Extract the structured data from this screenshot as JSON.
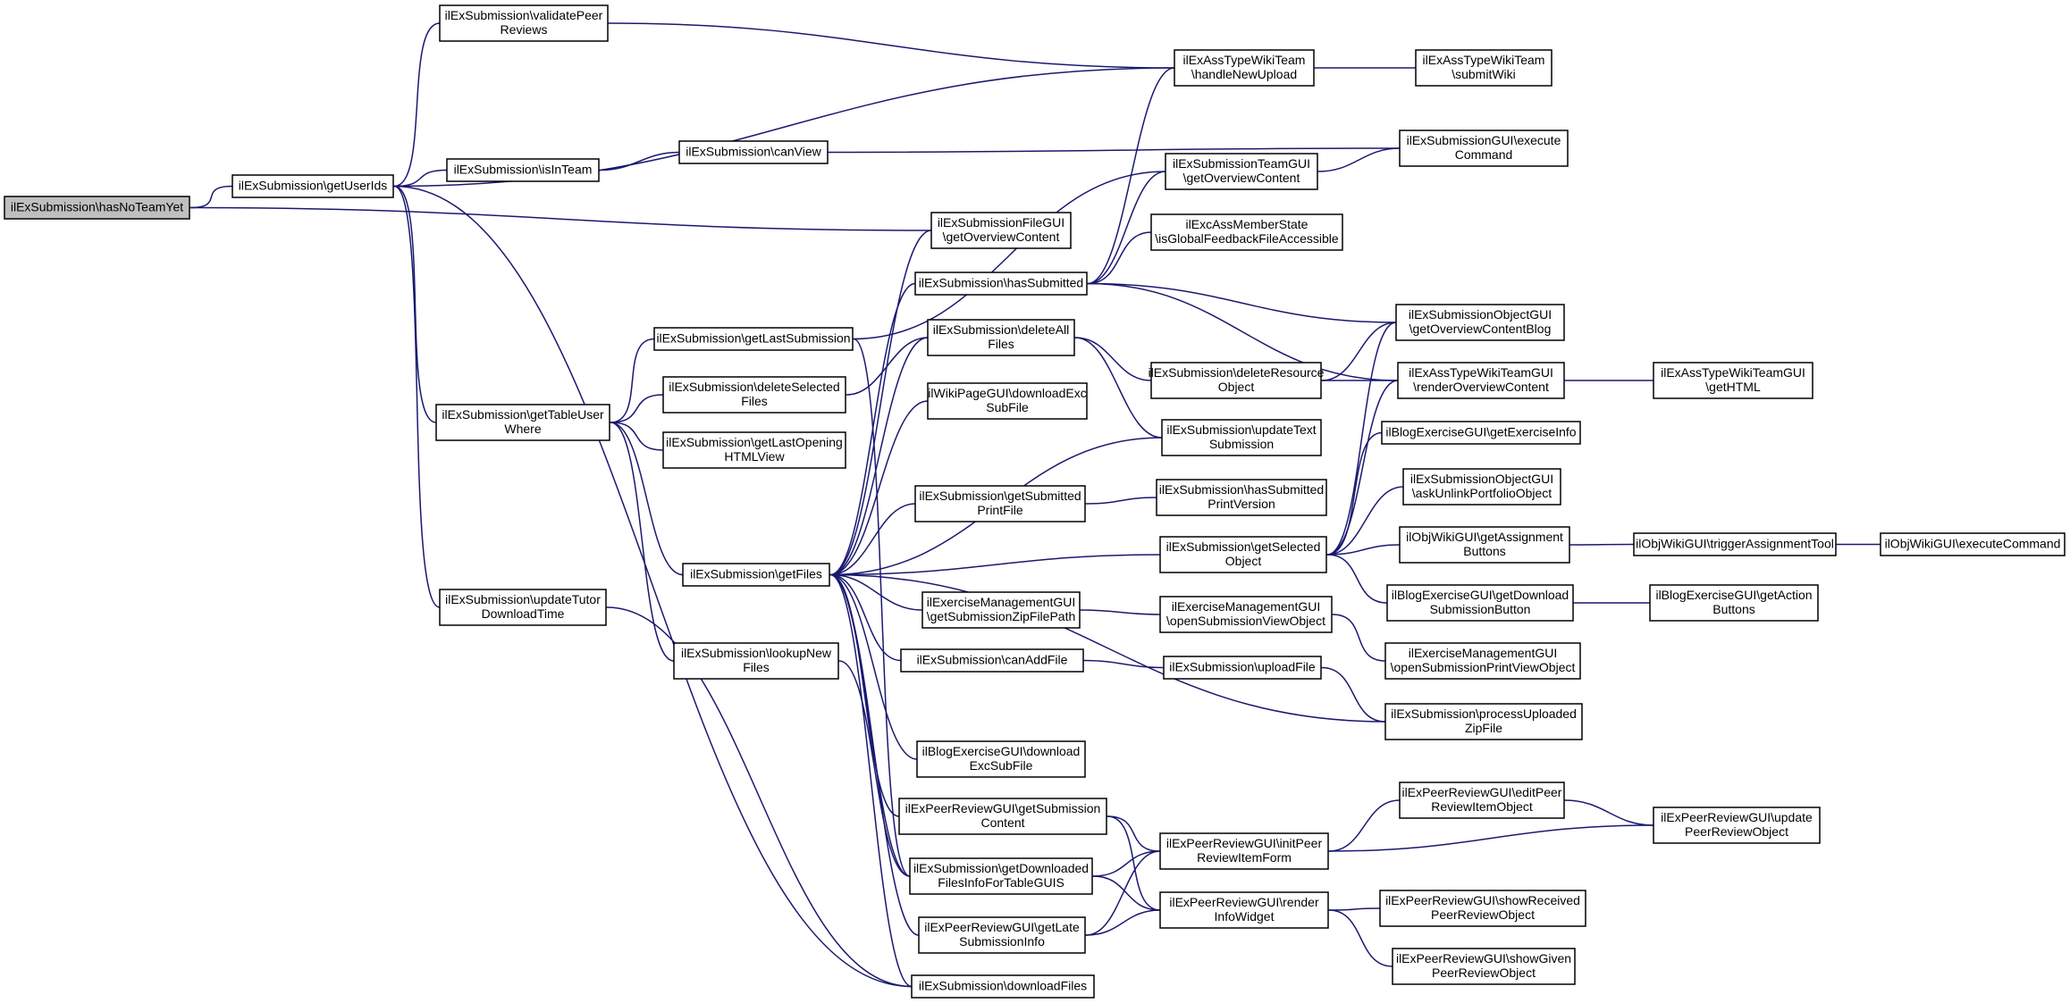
{
  "colors": {
    "edge": "#191970",
    "node_border": "#000000",
    "node_fill": "#ffffff",
    "root_fill": "#bfbfbf",
    "text": "#000000",
    "background": "#ffffff"
  },
  "nodes": [
    {
      "id": "hasNoTeamYet",
      "lines": [
        "ilExSubmission\\hasNoTeamYet"
      ],
      "root": true
    },
    {
      "id": "getUserIds",
      "lines": [
        "ilExSubmission\\getUserIds"
      ]
    },
    {
      "id": "validatePeerReviews",
      "lines": [
        "ilExSubmission\\validatePeer",
        "Reviews"
      ]
    },
    {
      "id": "isInTeam",
      "lines": [
        "ilExSubmission\\isInTeam"
      ]
    },
    {
      "id": "getTableUserWhere",
      "lines": [
        "ilExSubmission\\getTableUser",
        "Where"
      ]
    },
    {
      "id": "updateTutorDownloadTime",
      "lines": [
        "ilExSubmission\\updateTutor",
        "DownloadTime"
      ]
    },
    {
      "id": "canView",
      "lines": [
        "ilExSubmission\\canView"
      ]
    },
    {
      "id": "getLastSubmission",
      "lines": [
        "ilExSubmission\\getLastSubmission"
      ]
    },
    {
      "id": "deleteSelectedFiles",
      "lines": [
        "ilExSubmission\\deleteSelected",
        "Files"
      ]
    },
    {
      "id": "getLastOpeningHTMLView",
      "lines": [
        "ilExSubmission\\getLastOpening",
        "HTMLView"
      ]
    },
    {
      "id": "getFiles",
      "lines": [
        "ilExSubmission\\getFiles"
      ]
    },
    {
      "id": "lookupNewFiles",
      "lines": [
        "ilExSubmission\\lookupNew",
        "Files"
      ]
    },
    {
      "id": "fileGetOverviewContent",
      "lines": [
        "ilExSubmissionFileGUI",
        "\\getOverviewContent"
      ]
    },
    {
      "id": "hasSubmitted",
      "lines": [
        "ilExSubmission\\hasSubmitted"
      ]
    },
    {
      "id": "deleteAllFiles",
      "lines": [
        "ilExSubmission\\deleteAll",
        "Files"
      ]
    },
    {
      "id": "wikiDownloadExcSubFile",
      "lines": [
        "ilWikiPageGUI\\downloadExc",
        "SubFile"
      ]
    },
    {
      "id": "getSubmittedPrintFile",
      "lines": [
        "ilExSubmission\\getSubmitted",
        "PrintFile"
      ]
    },
    {
      "id": "getSubmissionZipFilePath",
      "lines": [
        "ilExerciseManagementGUI",
        "\\getSubmissionZipFilePath"
      ]
    },
    {
      "id": "canAddFile",
      "lines": [
        "ilExSubmission\\canAddFile"
      ]
    },
    {
      "id": "blogDownloadExcSubFile",
      "lines": [
        "ilBlogExerciseGUI\\download",
        "ExcSubFile"
      ]
    },
    {
      "id": "prGetSubmissionContent",
      "lines": [
        "ilExPeerReviewGUI\\getSubmission",
        "Content"
      ]
    },
    {
      "id": "getDownloadedFilesInfo",
      "lines": [
        "ilExSubmission\\getDownloaded",
        "FilesInfoForTableGUIS"
      ]
    },
    {
      "id": "prGetLateSubmissionInfo",
      "lines": [
        "ilExPeerReviewGUI\\getLate",
        "SubmissionInfo"
      ]
    },
    {
      "id": "downloadFiles",
      "lines": [
        "ilExSubmission\\downloadFiles"
      ]
    },
    {
      "id": "wikiTeamHandleNewUpload",
      "lines": [
        "ilExAssTypeWikiTeam",
        "\\handleNewUpload"
      ]
    },
    {
      "id": "teamGetOverviewContent",
      "lines": [
        "ilExSubmissionTeamGUI",
        "\\getOverviewContent"
      ]
    },
    {
      "id": "isGlobalFeedbackFileAccessible",
      "lines": [
        "ilExcAssMemberState",
        "\\isGlobalFeedbackFileAccessible"
      ]
    },
    {
      "id": "deleteResourceObject",
      "lines": [
        "ilExSubmission\\deleteResource",
        "Object"
      ]
    },
    {
      "id": "updateTextSubmission",
      "lines": [
        "ilExSubmission\\updateText",
        "Submission"
      ]
    },
    {
      "id": "hasSubmittedPrintVersion",
      "lines": [
        "ilExSubmission\\hasSubmitted",
        "PrintVersion"
      ]
    },
    {
      "id": "getSelectedObject",
      "lines": [
        "ilExSubmission\\getSelected",
        "Object"
      ]
    },
    {
      "id": "openSubmissionViewObject",
      "lines": [
        "ilExerciseManagementGUI",
        "\\openSubmissionViewObject"
      ]
    },
    {
      "id": "uploadFile",
      "lines": [
        "ilExSubmission\\uploadFile"
      ]
    },
    {
      "id": "initPeerReviewItemForm",
      "lines": [
        "ilExPeerReviewGUI\\initPeer",
        "ReviewItemForm"
      ]
    },
    {
      "id": "renderInfoWidget",
      "lines": [
        "ilExPeerReviewGUI\\render",
        "InfoWidget"
      ]
    },
    {
      "id": "wikiTeamSubmitWiki",
      "lines": [
        "ilExAssTypeWikiTeam",
        "\\submitWiki"
      ]
    },
    {
      "id": "submissionGuiExecuteCommand",
      "lines": [
        "ilExSubmissionGUI\\execute",
        "Command"
      ]
    },
    {
      "id": "objGetOverviewContentBlog",
      "lines": [
        "ilExSubmissionObjectGUI",
        "\\getOverviewContentBlog"
      ]
    },
    {
      "id": "wikiTeamGuiRenderOverviewContent",
      "lines": [
        "ilExAssTypeWikiTeamGUI",
        "\\renderOverviewContent"
      ]
    },
    {
      "id": "blogGetExerciseInfo",
      "lines": [
        "ilBlogExerciseGUI\\getExerciseInfo"
      ]
    },
    {
      "id": "askUnlinkPortfolioObject",
      "lines": [
        "ilExSubmissionObjectGUI",
        "\\askUnlinkPortfolioObject"
      ]
    },
    {
      "id": "wikiGetAssignmentButtons",
      "lines": [
        "ilObjWikiGUI\\getAssignment",
        "Buttons"
      ]
    },
    {
      "id": "blogGetDownloadSubmissionButton",
      "lines": [
        "ilBlogExerciseGUI\\getDownload",
        "SubmissionButton"
      ]
    },
    {
      "id": "openSubmissionPrintViewObject",
      "lines": [
        "ilExerciseManagementGUI",
        "\\openSubmissionPrintViewObject"
      ]
    },
    {
      "id": "processUploadedZipFile",
      "lines": [
        "ilExSubmission\\processUploaded",
        "ZipFile"
      ]
    },
    {
      "id": "editPeerReviewItemObject",
      "lines": [
        "ilExPeerReviewGUI\\editPeer",
        "ReviewItemObject"
      ]
    },
    {
      "id": "showReceivedPeerReviewObject",
      "lines": [
        "ilExPeerReviewGUI\\showReceived",
        "PeerReviewObject"
      ]
    },
    {
      "id": "showGivenPeerReviewObject",
      "lines": [
        "ilExPeerReviewGUI\\showGiven",
        "PeerReviewObject"
      ]
    },
    {
      "id": "wikiTeamGuiGetHTML",
      "lines": [
        "ilExAssTypeWikiTeamGUI",
        "\\getHTML"
      ]
    },
    {
      "id": "triggerAssignmentTool",
      "lines": [
        "ilObjWikiGUI\\triggerAssignmentTool"
      ]
    },
    {
      "id": "blogGetActionButtons",
      "lines": [
        "ilBlogExerciseGUI\\getAction",
        "Buttons"
      ]
    },
    {
      "id": "updatePeerReviewObject",
      "lines": [
        "ilExPeerReviewGUI\\update",
        "PeerReviewObject"
      ]
    },
    {
      "id": "wikiExecuteCommand",
      "lines": [
        "ilObjWikiGUI\\executeCommand"
      ]
    }
  ],
  "edges": [
    {
      "from": "getUserIds",
      "to": "hasNoTeamYet"
    },
    {
      "from": "fileGetOverviewContent",
      "to": "hasNoTeamYet"
    },
    {
      "from": "validatePeerReviews",
      "to": "getUserIds"
    },
    {
      "from": "wikiTeamHandleNewUpload",
      "to": "getUserIds"
    },
    {
      "from": "isInTeam",
      "to": "getUserIds"
    },
    {
      "from": "getTableUserWhere",
      "to": "getUserIds"
    },
    {
      "from": "updateTutorDownloadTime",
      "to": "getUserIds"
    },
    {
      "from": "downloadFiles",
      "to": "getUserIds"
    },
    {
      "from": "wikiTeamHandleNewUpload",
      "to": "validatePeerReviews"
    },
    {
      "from": "canView",
      "to": "isInTeam"
    },
    {
      "from": "submissionGuiExecuteCommand",
      "to": "canView"
    },
    {
      "from": "wikiTeamSubmitWiki",
      "to": "wikiTeamHandleNewUpload"
    },
    {
      "from": "getLastSubmission",
      "to": "getTableUserWhere"
    },
    {
      "from": "deleteSelectedFiles",
      "to": "getTableUserWhere"
    },
    {
      "from": "getLastOpeningHTMLView",
      "to": "getTableUserWhere"
    },
    {
      "from": "getFiles",
      "to": "getTableUserWhere"
    },
    {
      "from": "lookupNewFiles",
      "to": "getTableUserWhere"
    },
    {
      "from": "downloadFiles",
      "to": "updateTutorDownloadTime"
    },
    {
      "from": "teamGetOverviewContent",
      "to": "getLastSubmission"
    },
    {
      "from": "getDownloadedFilesInfo",
      "to": "getLastSubmission"
    },
    {
      "from": "deleteAllFiles",
      "to": "deleteSelectedFiles"
    },
    {
      "from": "fileGetOverviewContent",
      "to": "getFiles"
    },
    {
      "from": "hasSubmitted",
      "to": "getFiles"
    },
    {
      "from": "deleteAllFiles",
      "to": "getFiles"
    },
    {
      "from": "wikiDownloadExcSubFile",
      "to": "getFiles"
    },
    {
      "from": "updateTextSubmission",
      "to": "getFiles"
    },
    {
      "from": "getSubmittedPrintFile",
      "to": "getFiles"
    },
    {
      "from": "getSelectedObject",
      "to": "getFiles"
    },
    {
      "from": "getSubmissionZipFilePath",
      "to": "getFiles"
    },
    {
      "from": "canAddFile",
      "to": "getFiles"
    },
    {
      "from": "processUploadedZipFile",
      "to": "getFiles"
    },
    {
      "from": "blogDownloadExcSubFile",
      "to": "getFiles"
    },
    {
      "from": "prGetSubmissionContent",
      "to": "getFiles"
    },
    {
      "from": "getDownloadedFilesInfo",
      "to": "getFiles"
    },
    {
      "from": "prGetLateSubmissionInfo",
      "to": "getFiles"
    },
    {
      "from": "downloadFiles",
      "to": "getFiles"
    },
    {
      "from": "getDownloadedFilesInfo",
      "to": "lookupNewFiles"
    },
    {
      "from": "wikiTeamHandleNewUpload",
      "to": "hasSubmitted"
    },
    {
      "from": "teamGetOverviewContent",
      "to": "hasSubmitted"
    },
    {
      "from": "isGlobalFeedbackFileAccessible",
      "to": "hasSubmitted"
    },
    {
      "from": "objGetOverviewContentBlog",
      "to": "hasSubmitted"
    },
    {
      "from": "wikiTeamGuiRenderOverviewContent",
      "to": "hasSubmitted"
    },
    {
      "from": "deleteResourceObject",
      "to": "deleteAllFiles"
    },
    {
      "from": "updateTextSubmission",
      "to": "deleteAllFiles"
    },
    {
      "from": "hasSubmittedPrintVersion",
      "to": "getSubmittedPrintFile"
    },
    {
      "from": "openSubmissionViewObject",
      "to": "getSubmissionZipFilePath"
    },
    {
      "from": "uploadFile",
      "to": "canAddFile"
    },
    {
      "from": "initPeerReviewItemForm",
      "to": "prGetSubmissionContent"
    },
    {
      "from": "renderInfoWidget",
      "to": "prGetSubmissionContent"
    },
    {
      "from": "initPeerReviewItemForm",
      "to": "getDownloadedFilesInfo"
    },
    {
      "from": "renderInfoWidget",
      "to": "getDownloadedFilesInfo"
    },
    {
      "from": "initPeerReviewItemForm",
      "to": "prGetLateSubmissionInfo"
    },
    {
      "from": "renderInfoWidget",
      "to": "prGetLateSubmissionInfo"
    },
    {
      "from": "submissionGuiExecuteCommand",
      "to": "teamGetOverviewContent"
    },
    {
      "from": "objGetOverviewContentBlog",
      "to": "deleteResourceObject"
    },
    {
      "from": "wikiTeamGuiRenderOverviewContent",
      "to": "deleteResourceObject"
    },
    {
      "from": "objGetOverviewContentBlog",
      "to": "getSelectedObject"
    },
    {
      "from": "wikiTeamGuiRenderOverviewContent",
      "to": "getSelectedObject"
    },
    {
      "from": "blogGetExerciseInfo",
      "to": "getSelectedObject"
    },
    {
      "from": "askUnlinkPortfolioObject",
      "to": "getSelectedObject"
    },
    {
      "from": "wikiGetAssignmentButtons",
      "to": "getSelectedObject"
    },
    {
      "from": "blogGetDownloadSubmissionButton",
      "to": "getSelectedObject"
    },
    {
      "from": "openSubmissionPrintViewObject",
      "to": "openSubmissionViewObject"
    },
    {
      "from": "processUploadedZipFile",
      "to": "uploadFile"
    },
    {
      "from": "editPeerReviewItemObject",
      "to": "initPeerReviewItemForm"
    },
    {
      "from": "updatePeerReviewObject",
      "to": "initPeerReviewItemForm"
    },
    {
      "from": "showReceivedPeerReviewObject",
      "to": "renderInfoWidget"
    },
    {
      "from": "showGivenPeerReviewObject",
      "to": "renderInfoWidget"
    },
    {
      "from": "wikiTeamGuiGetHTML",
      "to": "wikiTeamGuiRenderOverviewContent"
    },
    {
      "from": "triggerAssignmentTool",
      "to": "wikiGetAssignmentButtons"
    },
    {
      "from": "blogGetActionButtons",
      "to": "blogGetDownloadSubmissionButton"
    },
    {
      "from": "updatePeerReviewObject",
      "to": "editPeerReviewItemObject"
    },
    {
      "from": "wikiExecuteCommand",
      "to": "triggerAssignmentTool"
    }
  ]
}
